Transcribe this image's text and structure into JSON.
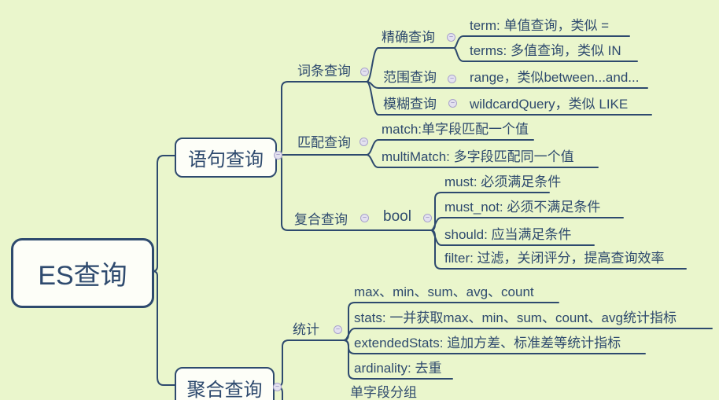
{
  "canvas": {
    "background": "#eaf6cc",
    "line_color": "#2e4a6e"
  },
  "icons": {
    "collapse": "−"
  },
  "mindmap": {
    "root": {
      "label": "ES查询"
    },
    "statement": {
      "label": "语句查询",
      "term_query": {
        "label": "词条查询",
        "exact": {
          "label": "精确查询",
          "term": "term: 单值查询，类似 =",
          "terms": "terms: 多值查询，类似 IN"
        },
        "range": {
          "label": "范围查询",
          "value": "range，类似between...and..."
        },
        "fuzzy": {
          "label": "模糊查询",
          "value": "wildcardQuery，类似 LIKE"
        }
      },
      "match_query": {
        "label": "匹配查询",
        "match": "match:单字段匹配一个值",
        "multi_match": "multiMatch: 多字段匹配同一个值"
      },
      "compound_query": {
        "label": "复合查询",
        "bool": {
          "label": "bool",
          "must": "must: 必须满足条件",
          "must_not": "must_not: 必须不满足条件",
          "should": "should: 应当满足条件",
          "filter": "filter: 过滤，关闭评分，提高查询效率"
        }
      }
    },
    "aggregation": {
      "label": "聚合查询",
      "stats": {
        "label": "统计",
        "metrics": "max、min、sum、avg、count",
        "stats_item": "stats: 一并获取max、min、sum、count、avg统计指标",
        "extended_stats": "extendedStats: 追加方差、标准差等统计指标",
        "cardinality": "ardinality: 去重"
      },
      "group_single_field": {
        "label": "单字段分组"
      }
    }
  }
}
